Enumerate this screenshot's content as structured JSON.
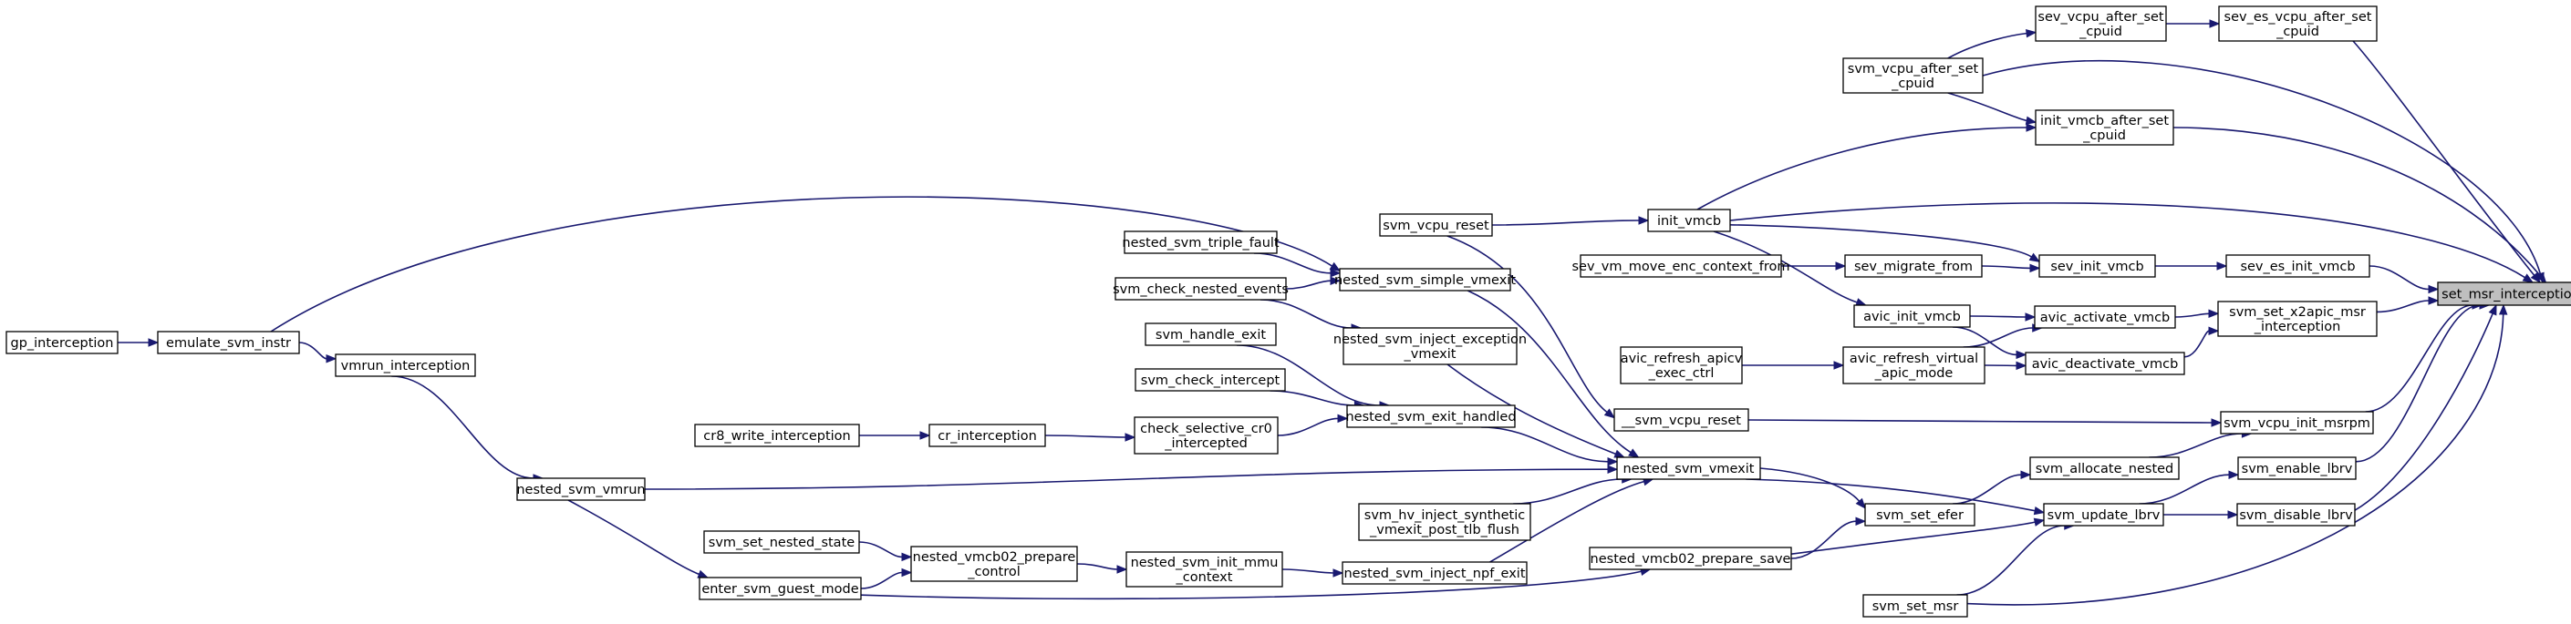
{
  "graph": {
    "title": "",
    "colors": {
      "edge": "#191970",
      "highlight_fill": "#bfbfbf",
      "node_border": "#000000",
      "background": "#ffffff"
    },
    "nodes": {
      "set_msr_interception": {
        "lines": [
          "set_msr_interception"
        ],
        "highlight": true
      },
      "sev_vcpu_after_set_cpuid": {
        "lines": [
          "sev_vcpu_after_set",
          "_cpuid"
        ]
      },
      "sev_es_vcpu_after_set_cpuid": {
        "lines": [
          "sev_es_vcpu_after_set",
          "_cpuid"
        ]
      },
      "svm_vcpu_after_set_cpuid": {
        "lines": [
          "svm_vcpu_after_set",
          "_cpuid"
        ]
      },
      "init_vmcb_after_set_cpuid": {
        "lines": [
          "init_vmcb_after_set",
          "_cpuid"
        ]
      },
      "svm_vcpu_reset": {
        "lines": [
          "svm_vcpu_reset"
        ]
      },
      "init_vmcb": {
        "lines": [
          "init_vmcb"
        ]
      },
      "nested_svm_triple_fault": {
        "lines": [
          "nested_svm_triple_fault"
        ]
      },
      "sev_vm_move_enc_context_from": {
        "lines": [
          "sev_vm_move_enc_context_from"
        ]
      },
      "sev_migrate_from": {
        "lines": [
          "sev_migrate_from"
        ]
      },
      "sev_init_vmcb": {
        "lines": [
          "sev_init_vmcb"
        ]
      },
      "sev_es_init_vmcb": {
        "lines": [
          "sev_es_init_vmcb"
        ]
      },
      "svm_check_nested_events": {
        "lines": [
          "svm_check_nested_events"
        ]
      },
      "nested_svm_simple_vmexit": {
        "lines": [
          "nested_svm_simple_vmexit"
        ]
      },
      "avic_init_vmcb": {
        "lines": [
          "avic_init_vmcb"
        ]
      },
      "avic_activate_vmcb": {
        "lines": [
          "avic_activate_vmcb"
        ]
      },
      "svm_set_x2apic_msr_interception": {
        "lines": [
          "svm_set_x2apic_msr",
          "_interception"
        ]
      },
      "gp_interception": {
        "lines": [
          "gp_interception"
        ]
      },
      "emulate_svm_instr": {
        "lines": [
          "emulate_svm_instr"
        ]
      },
      "nested_svm_inject_exception_vmexit": {
        "lines": [
          "nested_svm_inject_exception",
          "_vmexit"
        ]
      },
      "svm_handle_exit": {
        "lines": [
          "svm_handle_exit"
        ]
      },
      "avic_refresh_apicv_exec_ctrl": {
        "lines": [
          "avic_refresh_apicv",
          "_exec_ctrl"
        ]
      },
      "avic_refresh_virtual_apic_mode": {
        "lines": [
          "avic_refresh_virtual",
          "_apic_mode"
        ]
      },
      "avic_deactivate_vmcb": {
        "lines": [
          "avic_deactivate_vmcb"
        ]
      },
      "vmrun_interception": {
        "lines": [
          "vmrun_interception"
        ]
      },
      "svm_check_intercept": {
        "lines": [
          "svm_check_intercept"
        ]
      },
      "nested_svm_exit_handled": {
        "lines": [
          "nested_svm_exit_handled"
        ]
      },
      "cr8_write_interception": {
        "lines": [
          "cr8_write_interception"
        ]
      },
      "cr_interception": {
        "lines": [
          "cr_interception"
        ]
      },
      "check_selective_cr0_intercepted": {
        "lines": [
          "check_selective_cr0",
          "_intercepted"
        ]
      },
      "__svm_vcpu_reset": {
        "lines": [
          "__svm_vcpu_reset"
        ]
      },
      "svm_vcpu_init_msrpm": {
        "lines": [
          "svm_vcpu_init_msrpm"
        ]
      },
      "svm_allocate_nested": {
        "lines": [
          "svm_allocate_nested"
        ]
      },
      "svm_enable_lbrv": {
        "lines": [
          "svm_enable_lbrv"
        ]
      },
      "nested_svm_vmrun": {
        "lines": [
          "nested_svm_vmrun"
        ]
      },
      "nested_svm_vmexit": {
        "lines": [
          "nested_svm_vmexit"
        ]
      },
      "svm_hv_inject_synthetic_vmexit_post_tlb_flush": {
        "lines": [
          "svm_hv_inject_synthetic",
          "_vmexit_post_tlb_flush"
        ]
      },
      "svm_set_efer": {
        "lines": [
          "svm_set_efer"
        ]
      },
      "svm_update_lbrv": {
        "lines": [
          "svm_update_lbrv"
        ]
      },
      "svm_disable_lbrv": {
        "lines": [
          "svm_disable_lbrv"
        ]
      },
      "svm_set_nested_state": {
        "lines": [
          "svm_set_nested_state"
        ]
      },
      "nested_vmcb02_prepare_control": {
        "lines": [
          "nested_vmcb02_prepare",
          "_control"
        ]
      },
      "nested_svm_init_mmu_context": {
        "lines": [
          "nested_svm_init_mmu",
          "_context"
        ]
      },
      "nested_svm_inject_npf_exit": {
        "lines": [
          "nested_svm_inject_npf_exit"
        ]
      },
      "nested_vmcb02_prepare_save": {
        "lines": [
          "nested_vmcb02_prepare_save"
        ]
      },
      "enter_svm_guest_mode": {
        "lines": [
          "enter_svm_guest_mode"
        ]
      },
      "svm_set_msr": {
        "lines": [
          "svm_set_msr"
        ]
      }
    }
  }
}
